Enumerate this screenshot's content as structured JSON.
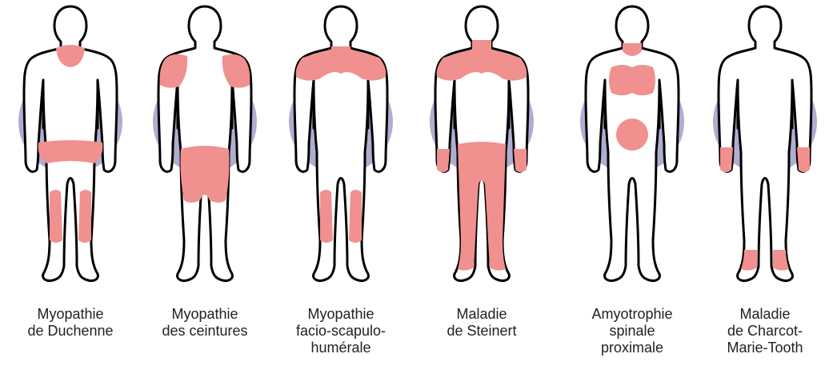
{
  "colors": {
    "affected": "#f0908f",
    "halo": "#adaed0",
    "outline": "#000000",
    "text": "#222222"
  },
  "figures": [
    {
      "id": "duchenne",
      "caption": "Myopathie\nde Duchenne"
    },
    {
      "id": "ceintures",
      "caption": "Myopathie\ndes ceintures"
    },
    {
      "id": "fsh",
      "caption": "Myopathie\nfacio-scapulo-\nhumérale"
    },
    {
      "id": "steinert",
      "caption": "Maladie\nde Steinert"
    },
    {
      "id": "amyotrophie",
      "caption": "Amyotrophie\nspinale\nproximale"
    },
    {
      "id": "cmt",
      "caption": "Maladie\nde Charcot-\nMarie-Tooth"
    }
  ]
}
